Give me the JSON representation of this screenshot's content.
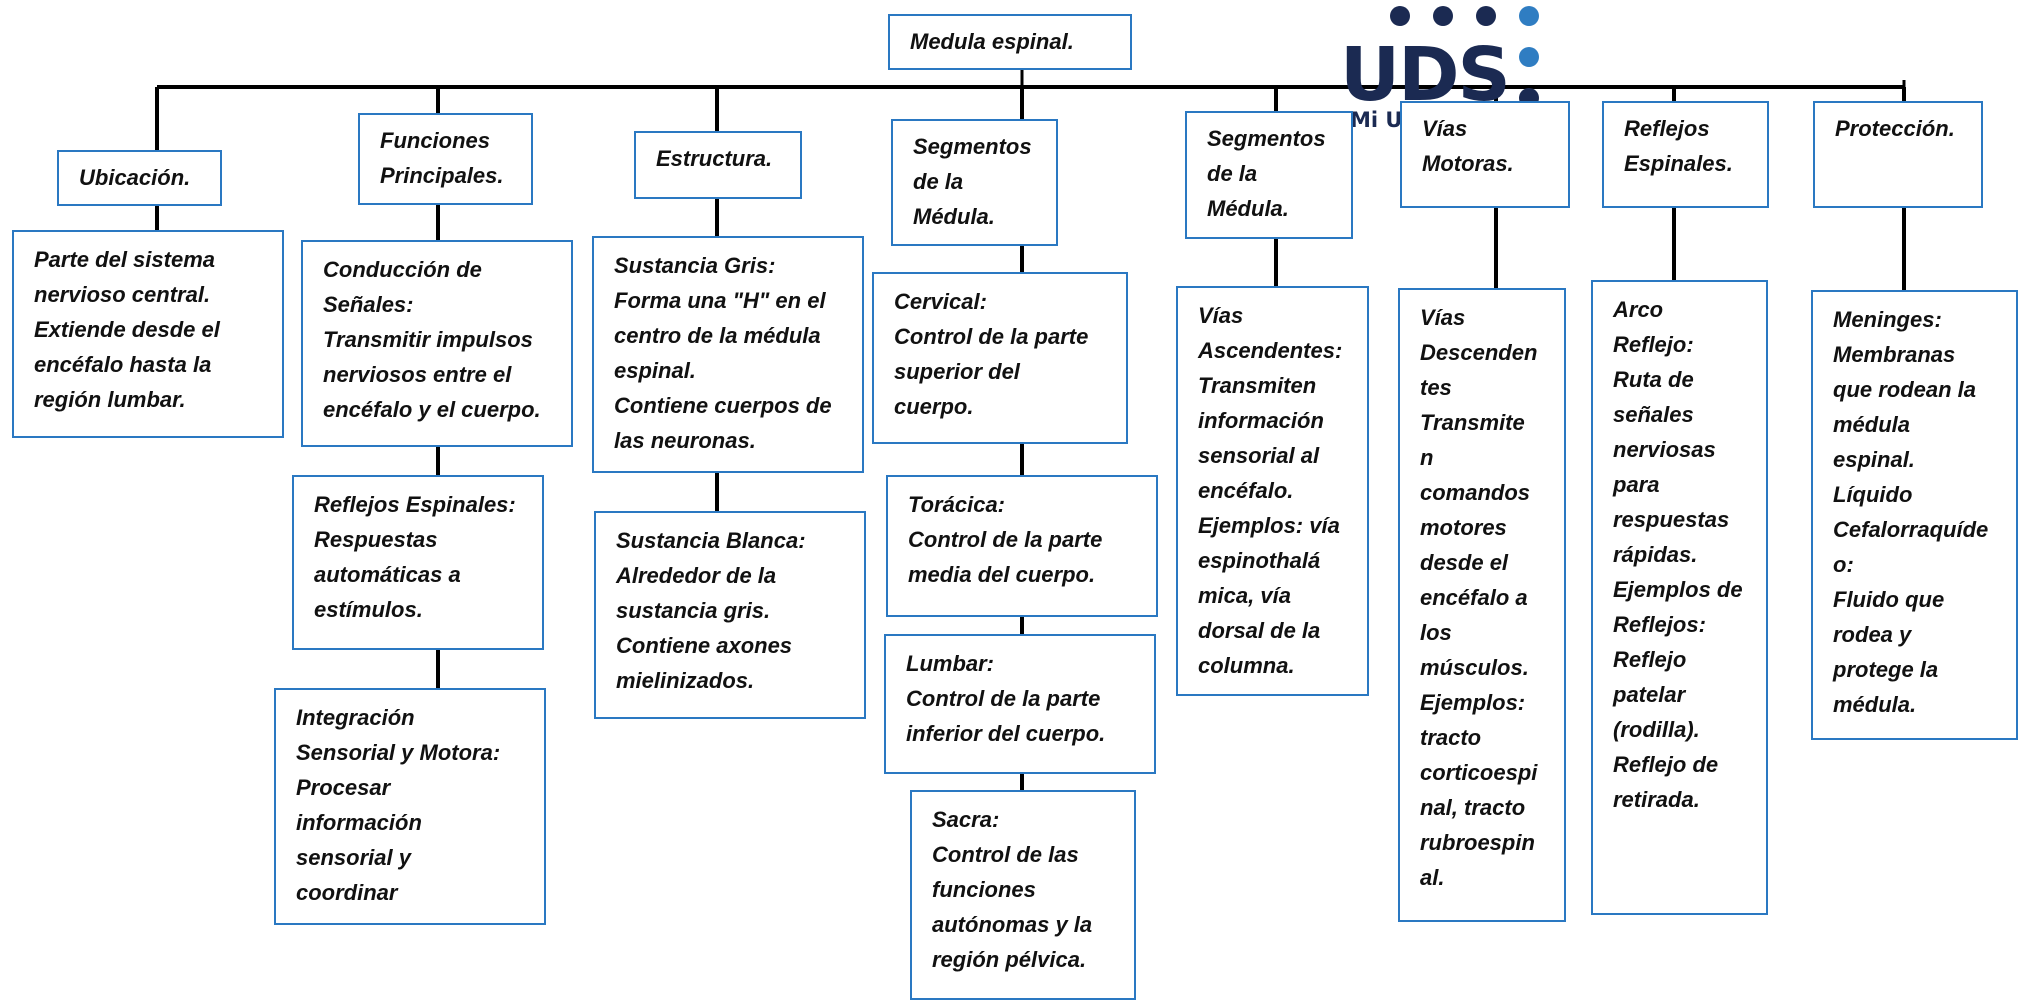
{
  "colors": {
    "box_border": "#2a78c2",
    "connector": "#000000",
    "text": "#111111",
    "logo_navy": "#1b2a52",
    "logo_blue": "#2f7dc2"
  },
  "logo": {
    "wordmark": "UDS",
    "tagline": "Mi Un",
    "icon": "uds-logo-mark"
  },
  "diagram": {
    "root": "Medula espinal.",
    "branches": [
      {
        "title": "Ubicación.",
        "children": [
          "Parte del sistema\nnervioso central.\nExtiende desde el\nencéfalo hasta la\nregión lumbar."
        ]
      },
      {
        "title": "Funciones\nPrincipales.",
        "children": [
          "Conducción de\nSeñales:\nTransmitir impulsos\nnerviosos entre el\nencéfalo y el cuerpo.",
          "Reflejos Espinales:\nRespuestas\nautomáticas a\nestímulos.",
          "Integración\nSensorial y Motora:\nProcesar\ninformación\nsensorial y\ncoordinar"
        ]
      },
      {
        "title": "Estructura.",
        "children": [
          "Sustancia Gris:\nForma una \"H\" en el\ncentro de la médula\nespinal.\nContiene cuerpos de\nlas neuronas.",
          "Sustancia Blanca:\nAlrededor de la\nsustancia gris.\nContiene axones\nmielinizados."
        ]
      },
      {
        "title": "Segmentos\nde la\nMédula.",
        "children": [
          "Cervical:\nControl de la parte\nsuperior del\ncuerpo.",
          "Torácica:\nControl de la parte\nmedia del cuerpo.",
          "Lumbar:\nControl de la parte\ninferior del cuerpo.",
          "Sacra:\nControl de las\nfunciones\nautónomas y la\nregión pélvica."
        ]
      },
      {
        "title": "Segmentos\nde la\nMédula.",
        "children": [
          "Vías\nAscendentes:\nTransmiten\ninformación\nsensorial al\nencéfalo.\nEjemplos: vía\nespinothalá\nmica, vía\ndorsal de la\ncolumna."
        ]
      },
      {
        "title": "Vías\nMotoras.",
        "children": [
          "Vías\nDescenden\ntes\nTransmite\nn\ncomandos\nmotores\ndesde el\nencéfalo a\nlos\nmúsculos.\nEjemplos:\ntracto\ncorticoespi\nnal, tracto\nrubroespin\nal."
        ]
      },
      {
        "title": "Reflejos\nEspinales.",
        "children": [
          "Arco\nReflejo:\nRuta de\nseñales\nnerviosas\npara\nrespuestas\nrápidas.\nEjemplos de\nReflejos:\nReflejo\npatelar\n(rodilla).\nReflejo de\nretirada."
        ]
      },
      {
        "title": "Protección.",
        "children": [
          "Meninges:\nMembranas\nque rodean la\nmédula\nespinal.\nLíquido\nCefalorraquíde\no:\nFluido que\nrodea y\nprotege la\nmédula."
        ]
      }
    ]
  }
}
